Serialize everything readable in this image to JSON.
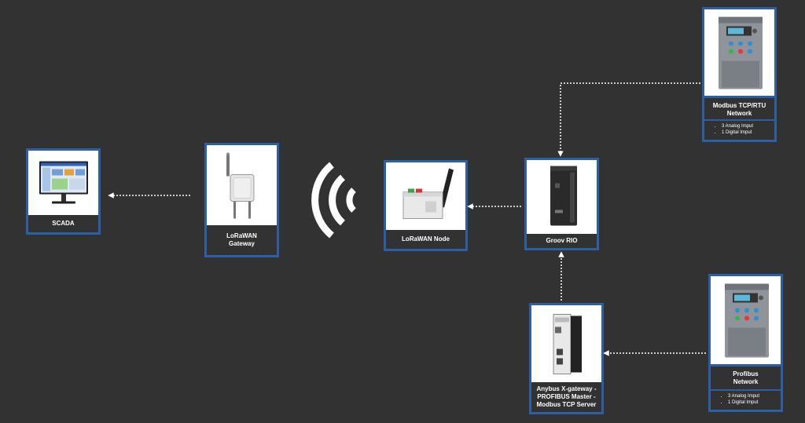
{
  "nodes": {
    "scada": {
      "label": "SCADA",
      "icon": "scada-monitor-icon"
    },
    "lorawan_gateway": {
      "label": "LoRaWAN\nGateway",
      "icon": "lorawan-gateway-icon"
    },
    "lorawan_node": {
      "label": "LoRaWAN Node",
      "icon": "lorawan-node-icon"
    },
    "groov_rio": {
      "label": "Groov RIO",
      "icon": "groov-rio-icon"
    },
    "modbus": {
      "label": "Modbus TCP/RTU\nNetwork",
      "icon": "vfd-drive-icon",
      "bullets": [
        "3 Analog Imput",
        "1 Digital Imput"
      ]
    },
    "anybus": {
      "label": "Anybus X-gateway -\nPROFIBUS Master -\nModbus TCP Server",
      "icon": "anybus-gateway-icon"
    },
    "profibus": {
      "label": "Profibus\nNetwork",
      "icon": "vfd-drive-icon",
      "bullets": [
        "3 Analog Imput",
        "1 Digital Imput"
      ]
    }
  },
  "wireless": {
    "icon": "wireless-signal-icon"
  },
  "colors": {
    "background": "#323232",
    "border": "#2e5fa3",
    "connector": "#ffffff"
  }
}
